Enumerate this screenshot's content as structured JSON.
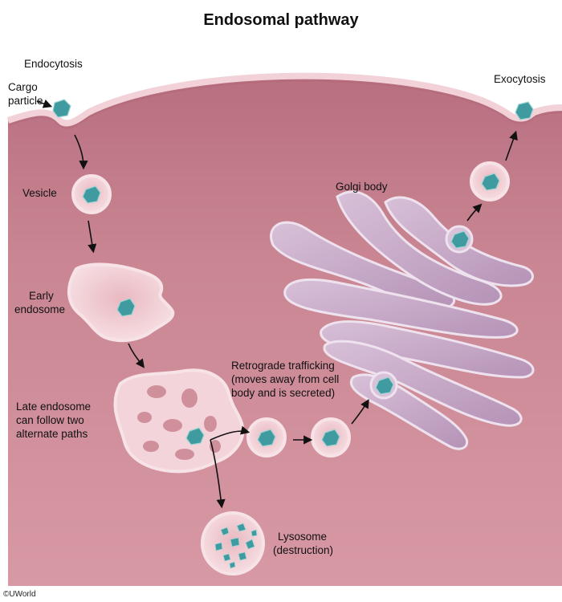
{
  "title": "Endosomal pathway",
  "labels": {
    "endocytosis": "Endocytosis",
    "cargo_line1": "Cargo",
    "cargo_line2": "particle",
    "exocytosis": "Exocytosis",
    "vesicle": "Vesicle",
    "golgi": "Golgi body",
    "early_line1": "Early",
    "early_line2": "endosome",
    "retro_line1": "Retrograde trafficking",
    "retro_line2": "(moves away from cell",
    "retro_line3": "body and is secreted)",
    "late_line1": "Late endosome",
    "late_line2": "can follow two",
    "late_line3": "alternate paths",
    "lysosome_line1": "Lysosome",
    "lysosome_line2": "(destruction)"
  },
  "copyright": "©UWorld",
  "colors": {
    "cytoplasm": "#c98592",
    "membrane": "#f2d2d8",
    "organelle_fill": "#f6dfe3",
    "golgi": "#c7a9c9",
    "cargo": "#3f9ba0"
  }
}
